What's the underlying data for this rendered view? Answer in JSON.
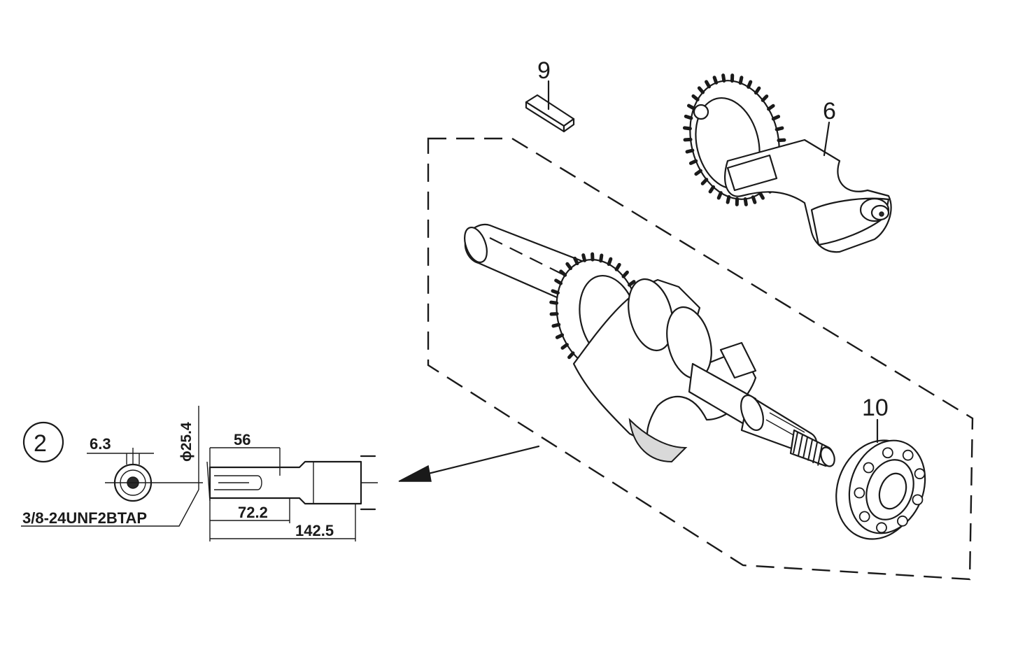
{
  "callouts": {
    "key": "9",
    "balancer": "6",
    "bearing": "10",
    "variant": "2"
  },
  "dimensions": {
    "key_width": "6.3",
    "shaft_diameter": "ϕ25.4",
    "keyway_length": "56",
    "taper_length": "72.2",
    "overall_length": "142.5",
    "thread_spec": "3/8-24UNF2BTAP"
  }
}
